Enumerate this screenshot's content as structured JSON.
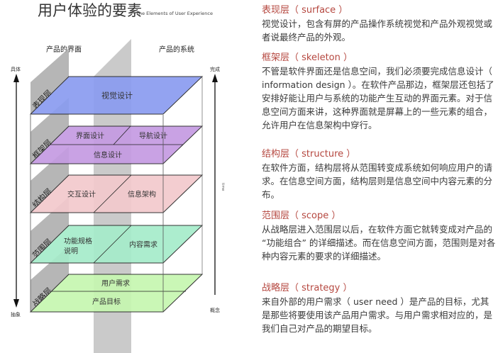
{
  "title": "用户体验的要素",
  "subtitle": "The Elements of User Experience",
  "columns": {
    "left": "产品的界面",
    "right": "产品的系统"
  },
  "axes": {
    "left_top": "具体",
    "left_bottom": "抽象",
    "right_top": "完成",
    "right_bottom": "概念",
    "right_label": "time"
  },
  "layers": [
    {
      "name": "表现层",
      "color": "#8a9cf0",
      "cells": [
        "视觉设计"
      ]
    },
    {
      "name": "框架层",
      "color": "#c59be2",
      "cells": [
        "界面设计",
        "导航设计",
        "信息设计"
      ]
    },
    {
      "name": "结构层",
      "color": "#f3c9cd",
      "cells": [
        "交互设计",
        "信息架构"
      ]
    },
    {
      "name": "范围层",
      "color": "#a6ecca",
      "cells": [
        "功能规格",
        "说明",
        "内容需求"
      ]
    },
    {
      "name": "战略层",
      "color": "#c6f7b0",
      "cells": [
        "用户需求",
        "产品目标"
      ]
    }
  ],
  "sections": [
    {
      "heading": "表现层（ surface ）",
      "body": "视觉设计，包含有屏的产品操作系统视觉和产品外观视觉或者说最终产品的外观。"
    },
    {
      "heading": "框架层（ skeleton ）",
      "body": "不管是软件界面还是信息空间，我们必须要完成信息设计（ information design ）。在软件产品那边，框架层还包括了安排好能让用户与系统的功能产生互动的界面元素。对于信息空间方面来讲，这种界面就是屏幕上的一些元素的组合，允许用户在信息架构中穿行。"
    },
    {
      "heading": "结构层（ structure ）",
      "body": "在软件方面，结构层将从范围转变成系统如何响应用户的请求。在信息空间方面，结构层则是信息空间中内容元素的分布。"
    },
    {
      "heading": "范围层（ scope ）",
      "body": "从战略层进入范围层以后，在软件方面它就转变成对产品的 “功能组合” 的详细描述。而在信息空间方面，范围则是对各种内容元素的要求的详细描述。"
    },
    {
      "heading": "战略层（ strategy ）",
      "body": "来自外部的用户需求（ user need ）是产品的目标，尤其是那些将要使用该产品用户需求。与用户需求相对应的，是我们自己对产品的期望目标。"
    }
  ],
  "colors": {
    "heading": "#b5473f",
    "tab": "#a9a9a9",
    "wall": "#bdbdbd"
  }
}
